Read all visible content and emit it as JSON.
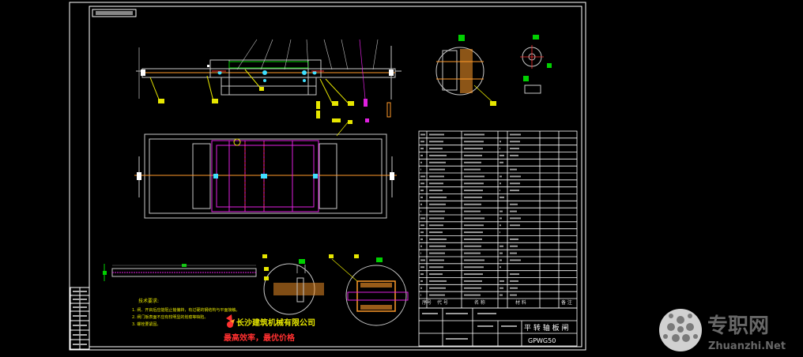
{
  "drawing": {
    "title_block": {
      "drawing_name": "平 转 轴 板 闸",
      "drawing_number": "GPWG50"
    },
    "parts_header": {
      "seq": "序号",
      "code": "代 号",
      "name": "名 称",
      "material": "材 料",
      "note": "备 注"
    },
    "tech_notes": {
      "heading": "技术要求:",
      "lines": [
        "1. 闸、开启后应能阻止轴偏转，有过硬的钢结构与平面接触。",
        "2. 闸门板表面不应有较明显的划痕等缺陷。",
        "3. 螺栓要紧固。"
      ]
    },
    "company": {
      "name": "长沙建筑机械有限公司",
      "slogan": "最高效率，最优价格"
    },
    "colors": {
      "background": "#000000",
      "frame": "#ffffff",
      "outline": "#c8c8c8",
      "label": "#e6e600",
      "label_green": "#00d000",
      "magenta": "#e020e0",
      "red": "#ff3030",
      "cyan": "#40e0ff",
      "orange": "#ff9a2a"
    }
  },
  "watermark": {
    "name_cn": "专职网",
    "name_en": "Zhuanzhi.Net"
  }
}
